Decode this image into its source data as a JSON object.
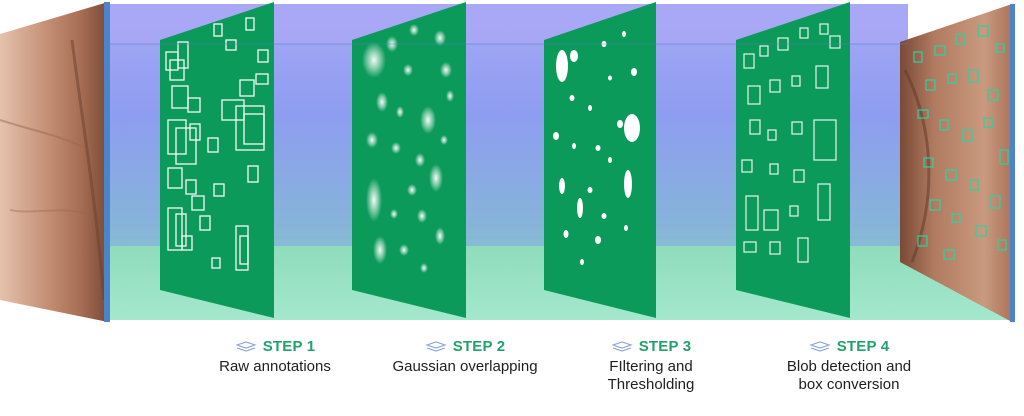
{
  "steps": [
    {
      "label": "STEP 1",
      "description": "Raw annotations",
      "icon": "layers-icon"
    },
    {
      "label": "STEP 2",
      "description": "Gaussian overlapping",
      "icon": "layers-icon"
    },
    {
      "label": "STEP 3",
      "description": "FIltering and\nThresholding",
      "icon": "layers-icon"
    },
    {
      "label": "STEP 4",
      "description": "Blob detection and\nbox conversion",
      "icon": "layers-icon"
    }
  ],
  "colors": {
    "panel_green": "#0b9a5a",
    "step_accent": "#1fa36b",
    "ceiling": "#a7a5f5",
    "back_wall_top": "#8f9cf0",
    "back_wall_bottom": "#7cc6bf",
    "floor": "#8fe0bd",
    "frame_blue": "#4b84c9",
    "skin": "#b8846a"
  }
}
